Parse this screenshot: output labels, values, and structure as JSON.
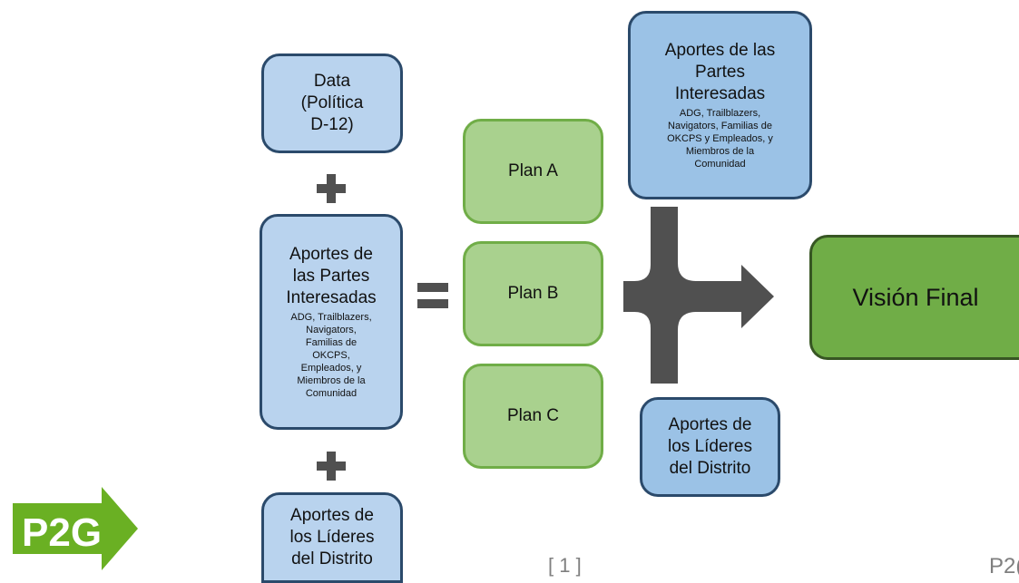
{
  "boxes": {
    "data": {
      "title": "Data\n(Política\nD-12)"
    },
    "stakeholders_left": {
      "title": "Aportes de\nlas Partes\nInteresadas",
      "sub": "ADG, Trailblazers,\nNavigators,\nFamilias de\nOKCPS,\nEmpleados, y\nMiembros de la\nComunidad"
    },
    "leaders_left": {
      "title": "Aportes de\nlos Líderes\ndel Distrito"
    },
    "plan_a": {
      "title": "Plan A"
    },
    "plan_b": {
      "title": "Plan B"
    },
    "plan_c": {
      "title": "Plan C"
    },
    "stakeholders_top": {
      "title": "Aportes de las\nPartes\nInteresadas",
      "sub": "ADG, Trailblazers,\nNavigators, Familias de\nOKCPS y Empleados, y\nMiembros de la\nComunidad"
    },
    "leaders_right": {
      "title": "Aportes de\nlos Líderes\ndel Distrito"
    },
    "final": {
      "title": "Visión Final"
    }
  },
  "logo": {
    "text": "P2G"
  },
  "footer": {
    "page": "[ 1 ]",
    "right_label": "P2("
  },
  "colors": {
    "blue_fill": "#b9d3ee",
    "blue_border": "#2b4a6b",
    "green_fill": "#a9d18e",
    "green_border": "#70ad47",
    "final_fill": "#70ad47",
    "arrow": "#505050",
    "logo": "#6ab023"
  }
}
